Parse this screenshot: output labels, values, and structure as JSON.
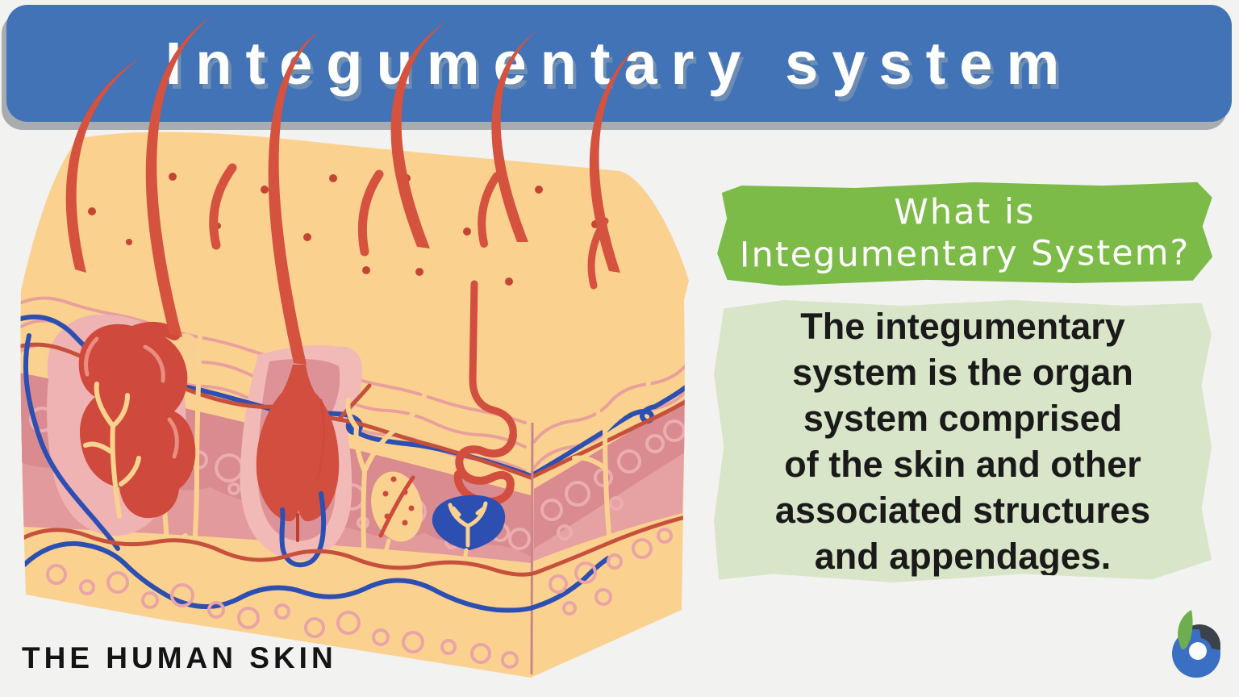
{
  "page": {
    "background": "#f2f2f1"
  },
  "header": {
    "title": "Integumentary system",
    "background": "#4173b6",
    "shadow": "#a9acae",
    "text_color": "#ffffff"
  },
  "question_banner": {
    "line1": "What is",
    "line2": "Integumentary System?",
    "background": "#7cbb48",
    "text_color": "#ffffff"
  },
  "definition_panel": {
    "text": "The integumentary\nsystem is the organ\nsystem comprised\nof the skin and other\nassociated structures\nand appendages.",
    "background": "#d9e5c8",
    "text_color": "#1a1a1a"
  },
  "caption": {
    "label": "THE HUMAN SKIN",
    "text_color": "#141414"
  },
  "logo": {
    "name": "biology-online-logo",
    "leaf_color": "#6fae4e",
    "swirl_color": "#3c4249",
    "circle_color": "#3a6fc3"
  },
  "illustration": {
    "name": "human-skin-cross-section",
    "parts": [
      "hair",
      "epidermis",
      "dermis",
      "hypodermis",
      "hair-follicle",
      "sebaceous-gland",
      "sweat-gland",
      "pacinian-corpuscle",
      "nerve",
      "artery",
      "vein",
      "fat-cells"
    ],
    "palette": {
      "skin_surface": "#fbd190",
      "epidermis_band": "#d98b90",
      "dermis": "#e39a9d",
      "follicle_red": "#d0493c",
      "hair_red": "#d4523e",
      "vessel_blue": "#2e4fb2",
      "nerve_yellow": "#f9d28f",
      "cell_doodle_pink": "#ebadaf"
    }
  }
}
